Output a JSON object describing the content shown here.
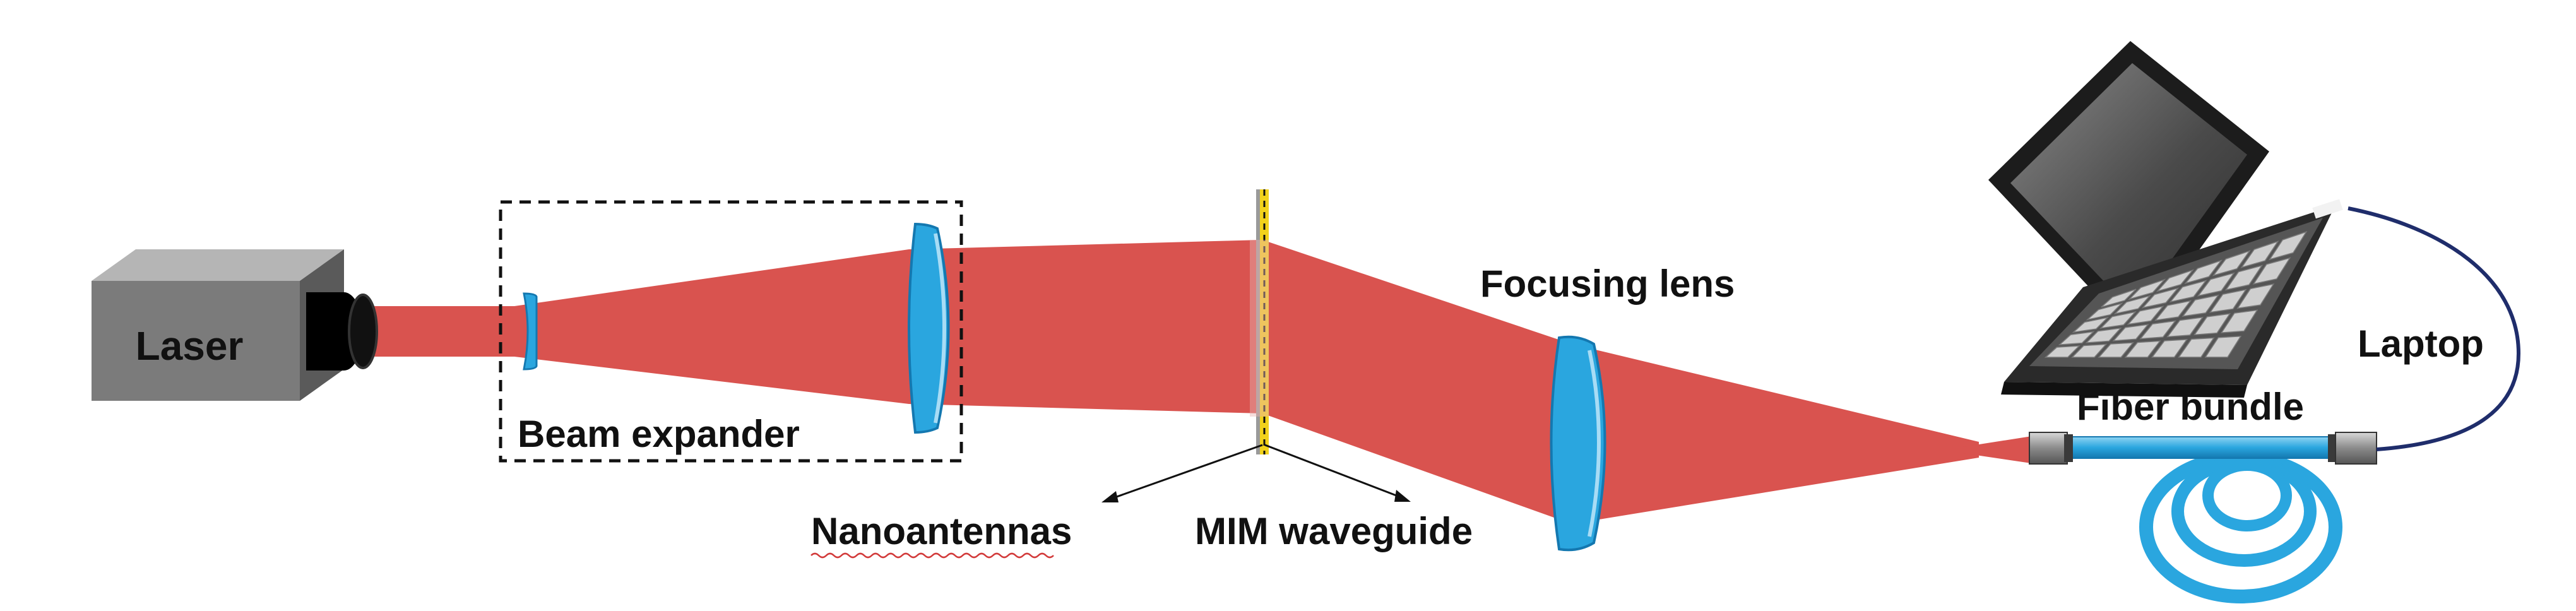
{
  "labels": {
    "laser": "Laser",
    "beam_expander": "Beam expander",
    "nanoantennas": "Nanoantennas",
    "mim_waveguide": "MIM waveguide",
    "focusing_lens": "Focusing lens",
    "fiber_bundle": "Fiber bundle",
    "laptop": "Laptop"
  },
  "colors": {
    "beam": "#d9534f",
    "beam_light": "#e88a86",
    "lens": "#2aa6df",
    "lens_dark": "#1478b0",
    "laser_body": "#7b7b7b",
    "laser_top": "#b5b5b5",
    "laser_side": "#5a5a5a",
    "waveguide_yellow": "#f2d21b",
    "cable": "#1f2d6b",
    "laptop_screen": "#4a4a4a",
    "fiber_blue": "#3aaee0"
  }
}
